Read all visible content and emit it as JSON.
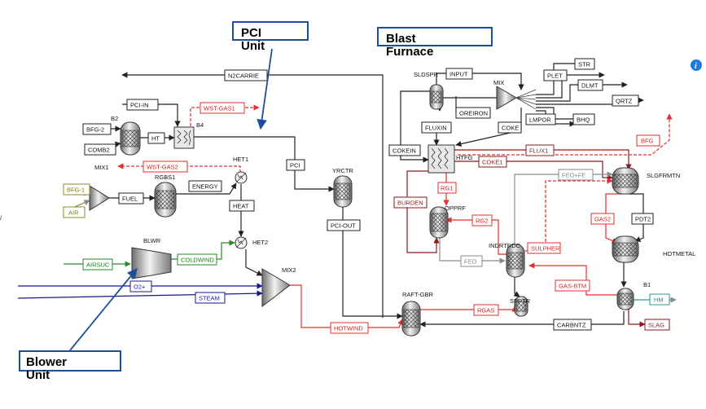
{
  "callouts": {
    "pci": "PCI Unit",
    "blast_furnace": "Blast Furnace",
    "blower": "Blower Unit"
  },
  "info_icon": "i",
  "stray_text": "/",
  "colors": {
    "process_line": "#222222",
    "red_stream": "#e03030",
    "dark_red_stream": "#8b1a1a",
    "green_stream": "#2a8a2a",
    "blue_stream": "#1a1a8a",
    "callout_border": "#1f4e99",
    "info_icon": "#1e7be0"
  },
  "blocks": {
    "b2": "B2",
    "b4": "B4",
    "het1": "HET1",
    "rgbs1": "RGBS1",
    "mix1": "MIX1",
    "blwr": "BLWR",
    "het2": "HET2",
    "mix2": "MIX2",
    "yrctr": "YRCTR",
    "raft_gbr": "RAFT-GBR",
    "sldspr": "SLDSPR",
    "mix": "MIX",
    "htfg": "HTFG",
    "opprf": "OPPRF",
    "slgfrmtn": "SLGFRMTN",
    "indrtrdc": "INDRTRDC",
    "spptr": "SPPTR",
    "b1": "B1",
    "hotmetal": "HOTMETAL"
  },
  "streams": {
    "n2carrie": "N2CARRIE",
    "pci_in": "PCI-IN",
    "wst_gas1": "WST-GAS1",
    "bfg2": "BFG-2",
    "comb2": "COMB2",
    "ht": "HT",
    "wst_gas2": "WST-GAS2",
    "bfg1": "BFG-1",
    "air": "AIR",
    "fuel": "FUEL",
    "energy": "ENERGY",
    "heat": "HEAT",
    "pci": "PCI",
    "pci_out": "PCI-OUT",
    "airsuc": "AIRSUC",
    "coldwind": "COLDWIND",
    "o2": "O2+",
    "steam": "STEAM",
    "hotwind": "HOTWIND",
    "input": "INPUT",
    "oreiron": "OREIRON",
    "fluxin": "FLUXIN",
    "cokein": "COKEIN",
    "str": "STR",
    "plet": "PLET",
    "dlmt": "DLMT",
    "qrtz": "QRTZ",
    "lmpor": "LMPOR",
    "bhq": "BHQ",
    "coke": "COKE",
    "flux1": "FLUX1",
    "coke1": "COKE1",
    "bfg": "BFG",
    "feo_fe": "FEO+FE",
    "burden": "BURDEN",
    "rg1": "RG1",
    "rg2": "RG2",
    "gas2": "GAS2",
    "pdt2": "PDT2",
    "feo": "FEO",
    "sulpher": "SULPHER",
    "gas_btm": "GAS-BTM",
    "rgas": "RGAS",
    "carbntz": "CARBNTZ",
    "hm": "HM",
    "slag": "SLAG"
  }
}
